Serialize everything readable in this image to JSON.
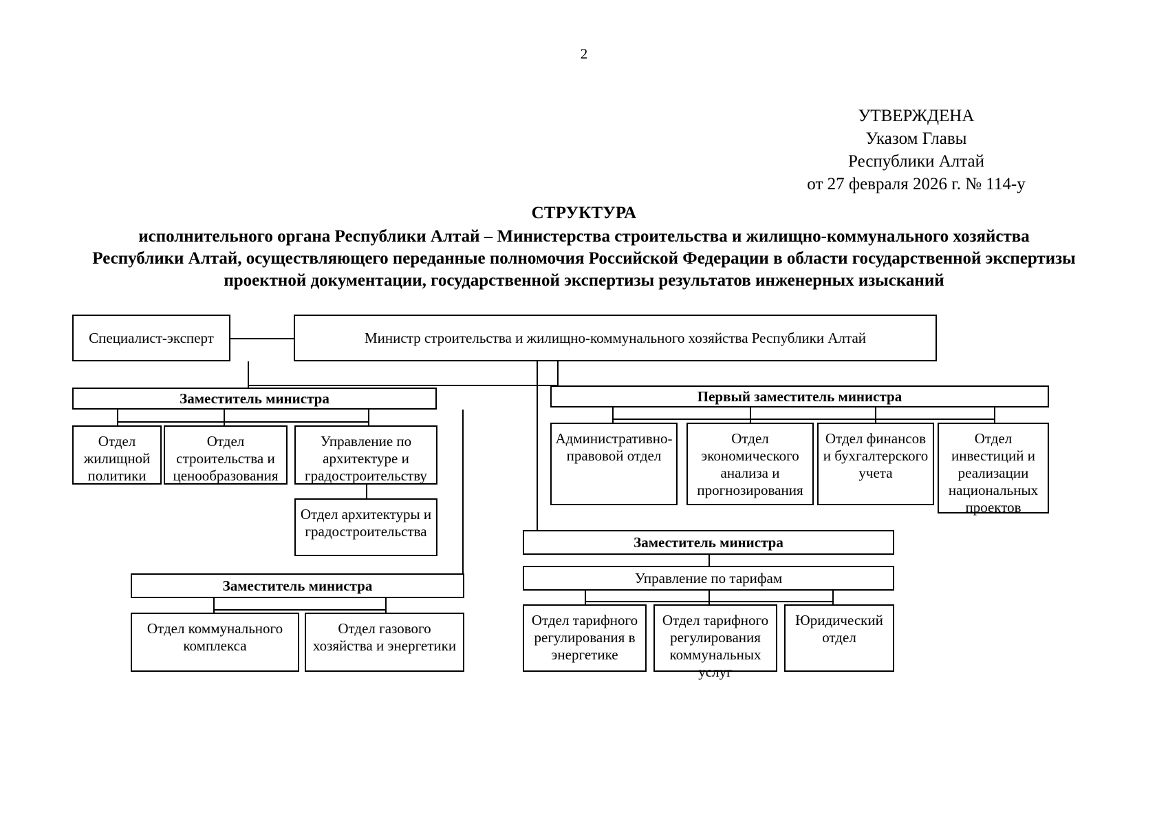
{
  "page": {
    "number": "2"
  },
  "approval": {
    "line1": "УТВЕРЖДЕНА",
    "line2": "Указом Главы",
    "line3": "Республики Алтай",
    "line4": "от 27 февраля 2026 г. № 114-у"
  },
  "title": {
    "kicker": "СТРУКТУРА",
    "line1": "исполнительного органа Республики Алтай – Министерства строительства и жилищно-коммунального хозяйства",
    "line2": "Республики Алтай, осуществляющего переданные полномочия Российской Федерации в области государственной экспертизы",
    "line3": "проектной документации, государственной экспертизы результатов инженерных изысканий"
  },
  "chart": {
    "specialist": "Специалист-эксперт",
    "minister": "Министр строительства и жилищно-коммунального хозяйства Республики Алтай",
    "deputy_left": "Заместитель министра",
    "deputy_first": "Первый заместитель министра",
    "deputy_tariffs": "Заместитель министра",
    "deputy_communal": "Заместитель министра",
    "tariff_department": "Управление по тарифам",
    "left_units": [
      "Отдел жилищной политики",
      "Отдел строительства и ценообразования",
      "Управление по архитектуре и градостроительству"
    ],
    "architecture_sub": "Отдел архитектуры и градостроительства",
    "first_deputy_units": [
      "Административно-правовой отдел",
      "Отдел экономического анализа и прогнозирования",
      "Отдел финансов и бухгалтерского учета",
      "Отдел инвестиций и реализации национальных проектов"
    ],
    "communal_units": [
      "Отдел коммунального комплекса",
      "Отдел газового хозяйства и энергетики"
    ],
    "tariff_units": [
      "Отдел тарифного регулирования в энергетике",
      "Отдел тарифного регулирования коммунальных услуг",
      "Юридический отдел"
    ]
  }
}
